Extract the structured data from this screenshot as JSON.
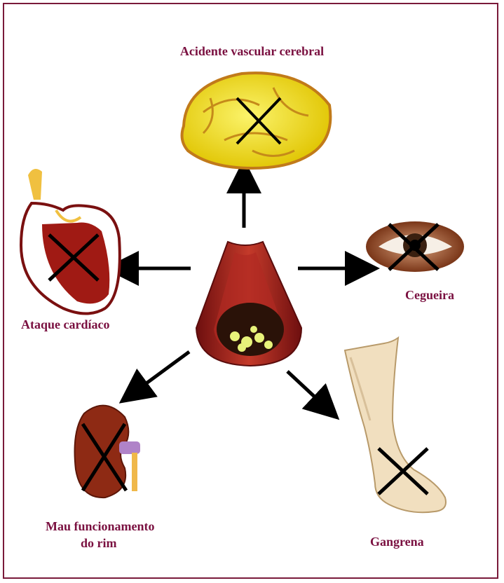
{
  "labels": {
    "stroke": "Acidente vascular cerebral",
    "heart": "Ataque cardíaco",
    "eye": "Cegueira",
    "kidney_line1": "Mau funcionamento",
    "kidney_line2": "do rim",
    "leg": "Gangrena"
  },
  "colors": {
    "frame": "#7a1a3a",
    "label": "#7a1040",
    "artery": "#9b1c1c",
    "brain": "#f2e600",
    "kidney": "#8e2a14",
    "eye_skin": "#a8593a",
    "leg_skin": "#f1dfbf"
  }
}
